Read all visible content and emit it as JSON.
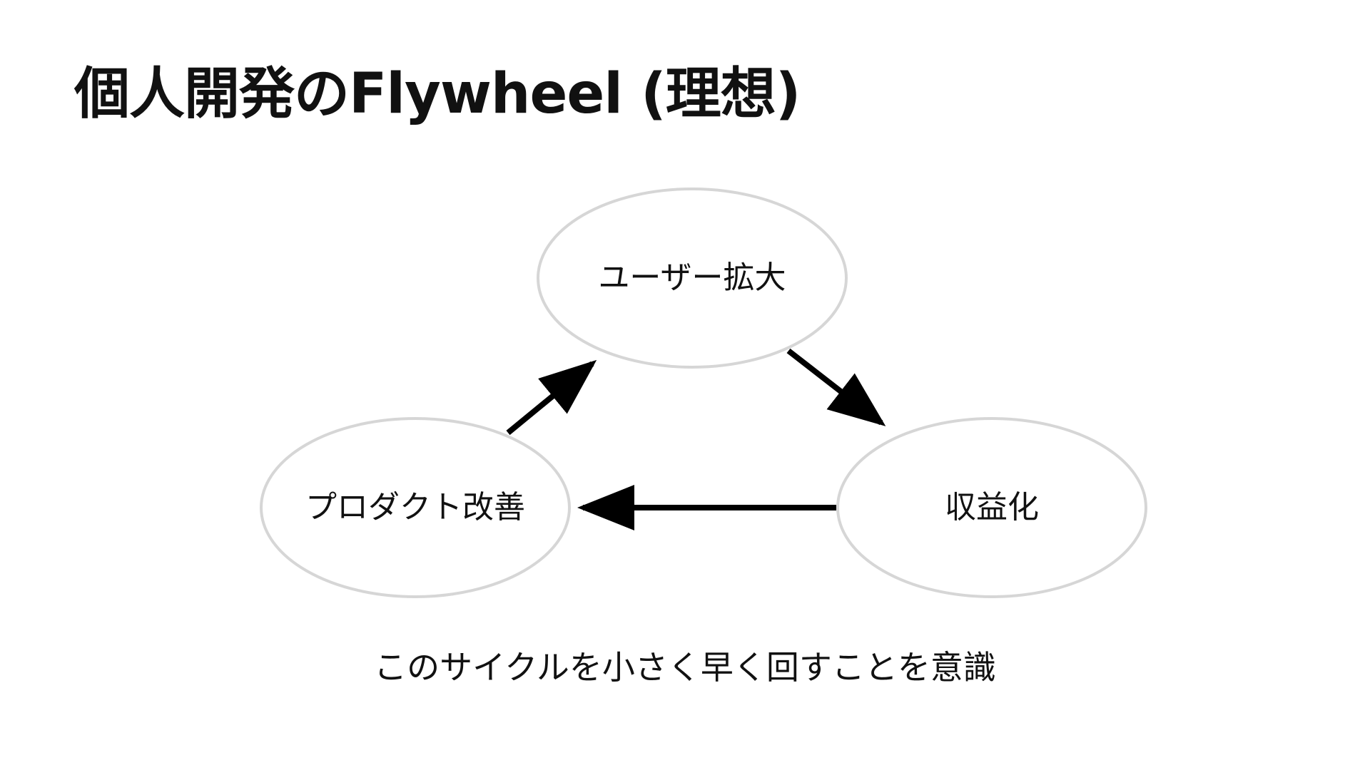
{
  "slide": {
    "title": "個人開発のFlywheel (理想)",
    "caption": "このサイクルを小さく早く回すことを意識"
  },
  "diagram": {
    "nodes": [
      {
        "id": "user-growth",
        "label": "ユーザー拡大"
      },
      {
        "id": "monetization",
        "label": "収益化"
      },
      {
        "id": "product-improvement",
        "label": "プロダクト改善"
      }
    ],
    "edges": [
      {
        "from": "product-improvement",
        "to": "user-growth"
      },
      {
        "from": "user-growth",
        "to": "monetization"
      },
      {
        "from": "monetization",
        "to": "product-improvement"
      }
    ],
    "colors": {
      "node_border": "#d6d6d6",
      "arrow": "#000000",
      "text": "#111111"
    }
  }
}
